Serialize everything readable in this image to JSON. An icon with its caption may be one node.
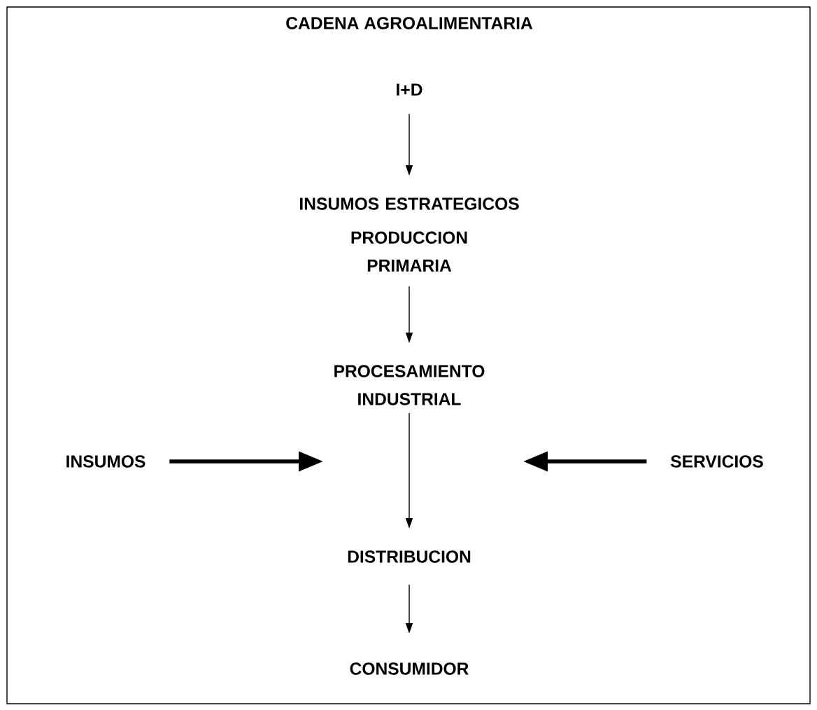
{
  "diagram": {
    "title": "CADENA AGROALIMENTARIA",
    "nodes": [
      {
        "text": [
          "I+D"
        ]
      },
      {
        "text": [
          "INSUMOS ESTRATEGICOS",
          "PRODUCCION PRIMARIA"
        ]
      },
      {
        "text": [
          "PROCESAMIENTO INDUSTRIAL"
        ]
      },
      {
        "text": [
          "INSUMOS"
        ]
      },
      {
        "text": [
          "SERVICIOS"
        ]
      },
      {
        "text": [
          "DISTRIBUCION"
        ]
      },
      {
        "text": [
          "CONSUMIDOR"
        ]
      }
    ],
    "edges": [
      {
        "from": 0,
        "to": 1,
        "arrow": "to"
      },
      {
        "from": 1,
        "to": 2,
        "arrow": "to"
      },
      {
        "from": 2,
        "to": 5,
        "arrow": "to"
      },
      {
        "from": 5,
        "to": 6,
        "arrow": "to"
      },
      {
        "from": 3,
        "to": null,
        "arrow": "to",
        "style": "thick"
      },
      {
        "from": 4,
        "to": null,
        "arrow": "to",
        "style": "thick"
      }
    ]
  }
}
